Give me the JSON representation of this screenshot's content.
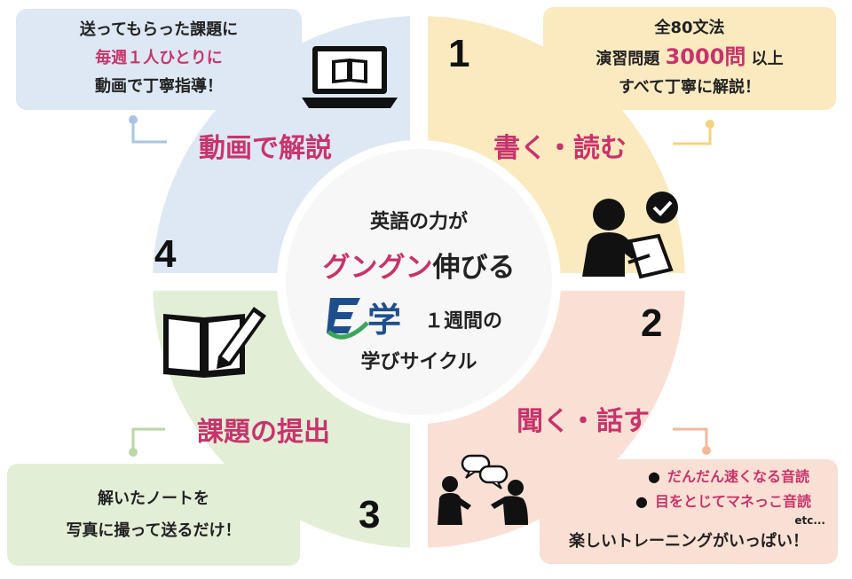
{
  "center": {
    "line1": "英語の力が",
    "line2_highlight": "グングン",
    "line2_rest": "伸びる",
    "logo_letter": "E",
    "logo_kanji": "学",
    "line3_rest": "１週間の",
    "line4": "学びサイクル"
  },
  "quadrants": {
    "q1": {
      "number": "1",
      "label": "書く・読む",
      "color": "#fbeac0"
    },
    "q2": {
      "number": "2",
      "label": "聞く・話す",
      "color": "#fae0d4"
    },
    "q3": {
      "number": "3",
      "label": "課題の提出",
      "color": "#e3eed7"
    },
    "q4": {
      "number": "4",
      "label": "動画で解説",
      "color": "#dde8f4"
    }
  },
  "boxes": {
    "top_right": {
      "line1": "全80文法",
      "line2_pre": "演習問題 ",
      "line2_highlight": "3000問",
      "line2_post": " 以上",
      "line3": "すべて丁寧に解説！"
    },
    "top_left": {
      "line1": "送ってもらった課題に",
      "line2_highlight": "毎週１人ひとりに",
      "line3": "動画で丁寧指導！"
    },
    "bottom_right": {
      "bullet1": "だんだん速くなる音読",
      "bullet2": "目をとじてマネっこ音読",
      "etc": "etc...",
      "footer": "楽しいトレーニングがいっぱい！"
    },
    "bottom_left": {
      "line1": "解いたノートを",
      "line2": "写真に撮って送るだけ！"
    }
  },
  "icons": {
    "q1": "person-writing-check-icon",
    "q2": "people-talking-icon",
    "q3": "notebook-pencil-icon",
    "q4": "laptop-book-icon"
  },
  "colors": {
    "accent_pink": "#c8336b",
    "logo_blue": "#1f4e8c",
    "logo_green": "#3aa65a"
  }
}
